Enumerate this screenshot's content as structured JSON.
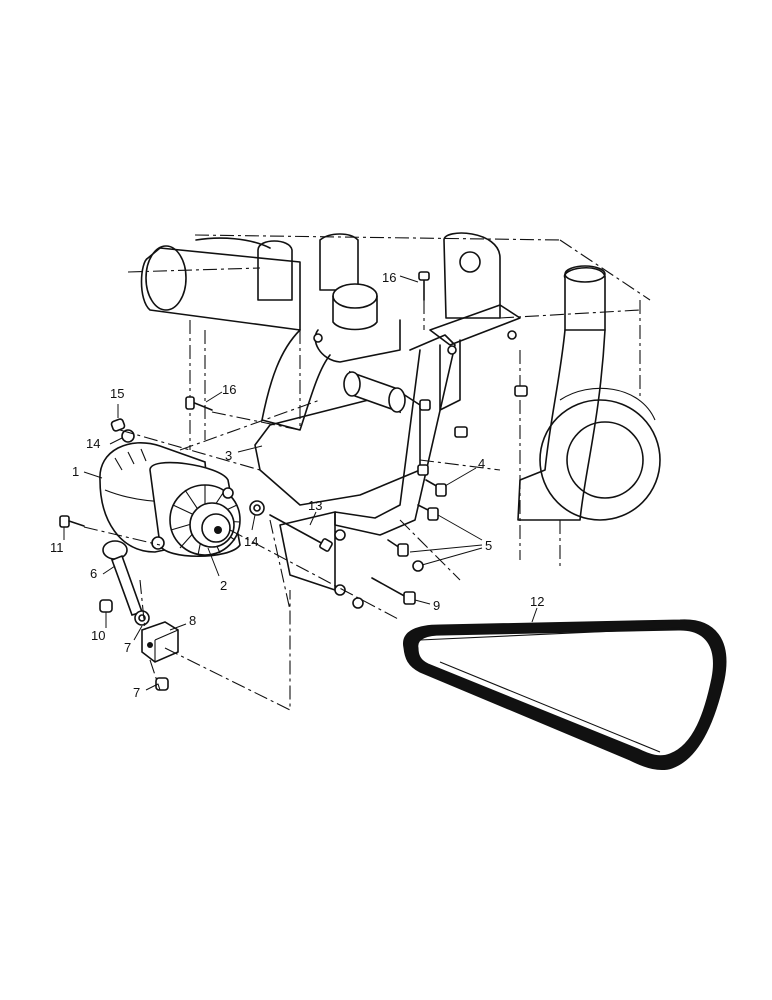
{
  "callouts": [
    {
      "id": "c1",
      "label": "1"
    },
    {
      "id": "c2",
      "label": "2"
    },
    {
      "id": "c3",
      "label": "3"
    },
    {
      "id": "c4",
      "label": "4"
    },
    {
      "id": "c5",
      "label": "5"
    },
    {
      "id": "c6",
      "label": "6"
    },
    {
      "id": "c7a",
      "label": "7"
    },
    {
      "id": "c7b",
      "label": "7"
    },
    {
      "id": "c8",
      "label": "8"
    },
    {
      "id": "c9",
      "label": "9"
    },
    {
      "id": "c10",
      "label": "10"
    },
    {
      "id": "c11",
      "label": "11"
    },
    {
      "id": "c12",
      "label": "12"
    },
    {
      "id": "c13",
      "label": "13"
    },
    {
      "id": "c14a",
      "label": "14"
    },
    {
      "id": "c14b",
      "label": "14"
    },
    {
      "id": "c15",
      "label": "15"
    },
    {
      "id": "c16a",
      "label": "16"
    },
    {
      "id": "c16b",
      "label": "16"
    }
  ]
}
